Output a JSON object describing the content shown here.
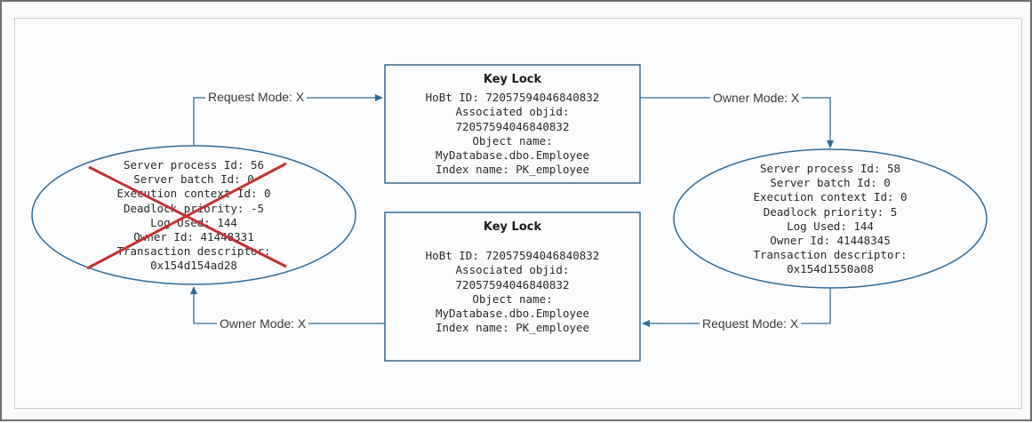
{
  "colors": {
    "connector": "#2f6b9a",
    "node_border": "#2f6b9a",
    "victim_cross": "#c8302c"
  },
  "victim_process": {
    "lines": [
      "Server process Id: 56",
      "Server batch Id: 0",
      "Execution context Id: 0",
      "Deadlock priority: -5",
      "Log Used: 144",
      "Owner Id: 41448331",
      "Transaction descriptor:",
      "0x154d154ad28"
    ]
  },
  "surviving_process": {
    "lines": [
      "Server process Id: 58",
      "Server batch Id: 0",
      "Execution context Id: 0",
      "Deadlock priority: 5",
      "Log Used: 144",
      "Owner Id: 41448345",
      "Transaction descriptor:",
      "0x154d1550a08"
    ]
  },
  "key_lock_top": {
    "title": "Key Lock",
    "lines": [
      "HoBt ID: 72057594046840832",
      "Associated objid:",
      "72057594046840832",
      "Object name:",
      "MyDatabase.dbo.Employee",
      "Index name: PK_employee"
    ]
  },
  "key_lock_bottom": {
    "title": "Key Lock",
    "lines": [
      "HoBt ID: 72057594046840832",
      "Associated objid:",
      "72057594046840832",
      "Object name:",
      "MyDatabase.dbo.Employee",
      "Index name: PK_employee"
    ]
  },
  "edges": {
    "victim_request": "Request Mode: X",
    "top_owner": "Owner Mode: X",
    "survivor_request": "Request Mode: X",
    "bottom_owner": "Owner Mode: X"
  }
}
